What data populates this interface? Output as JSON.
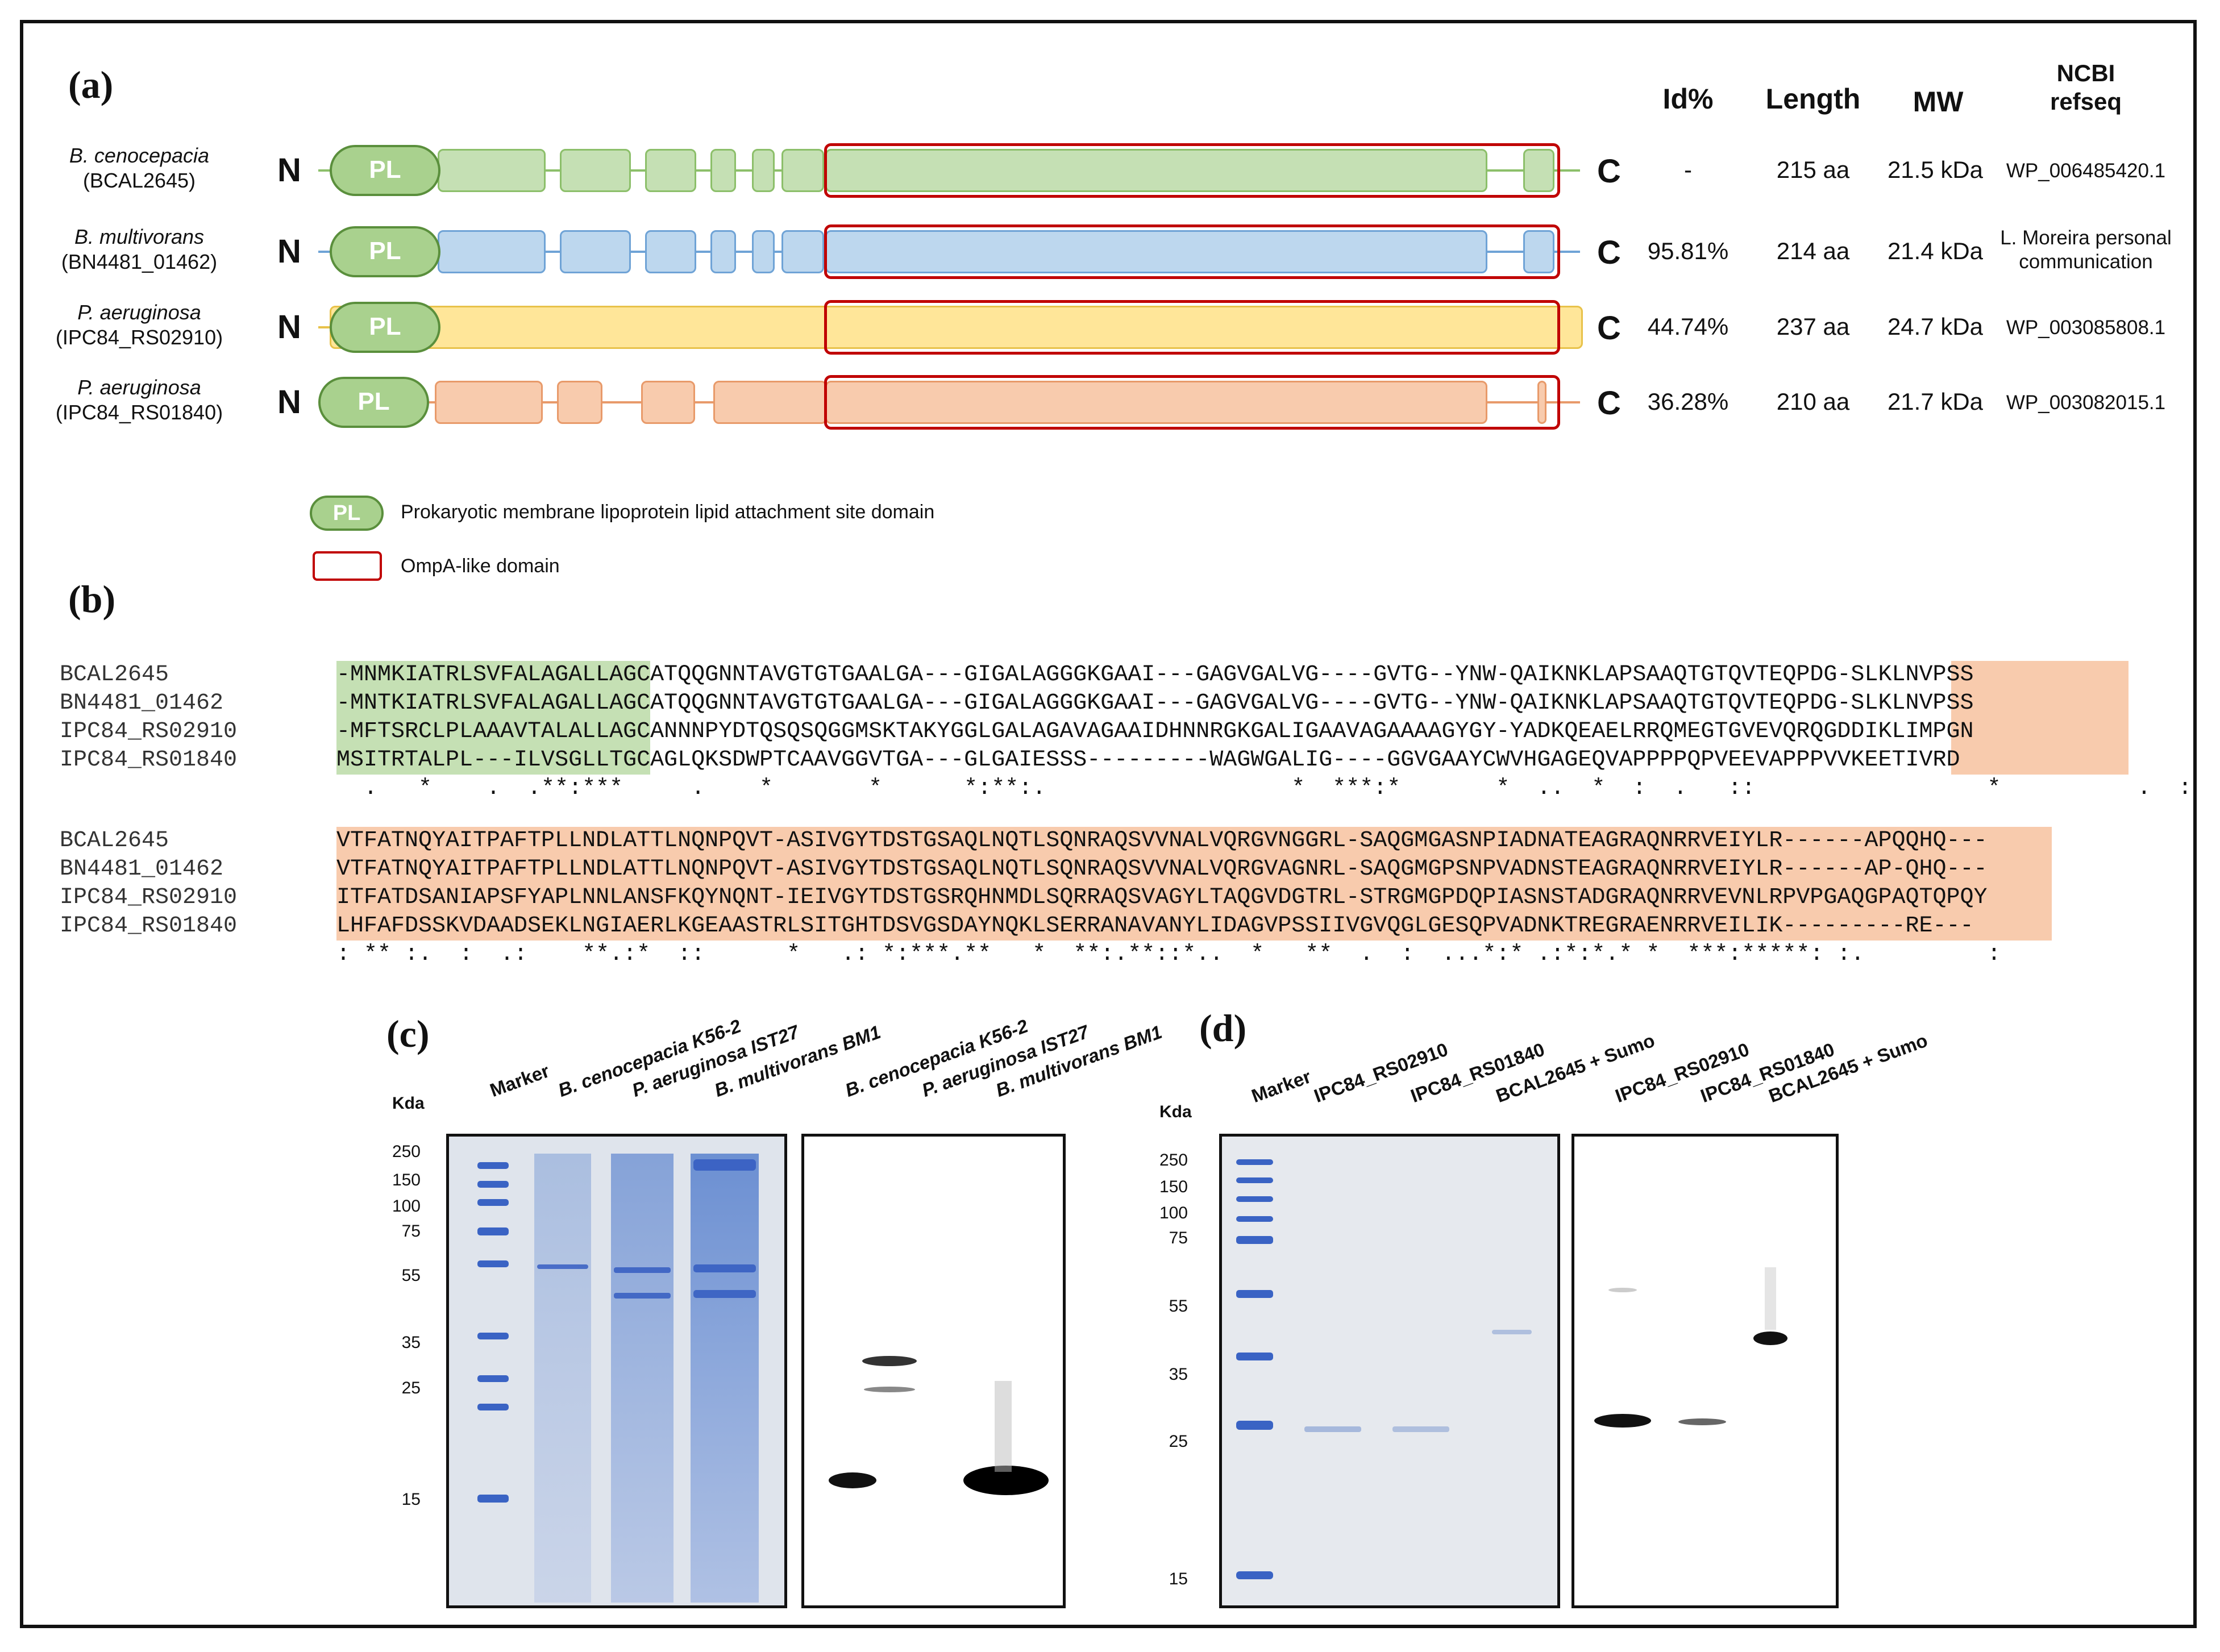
{
  "panel_a": {
    "label": "(a)",
    "headers": {
      "id": "Id%",
      "length": "Length",
      "mw": "MW",
      "refseq_line1": "NCBI",
      "refseq_line2": "refseq"
    },
    "n_term": "N",
    "c_term": "C",
    "pl_label": "PL",
    "rows": [
      {
        "species": "B. cenocepacia",
        "locus": "(BCAL2645)",
        "id": "-",
        "length": "215 aa",
        "mw": "21.5 kDa",
        "refseq": "WP_006485420.1",
        "refseq_line2": "",
        "color": "#c5e0b4",
        "border": "#8cbf6a"
      },
      {
        "species": "B. multivorans",
        "locus": "(BN4481_01462)",
        "id": "95.81%",
        "length": "214 aa",
        "mw": "21.4 kDa",
        "refseq": "L. Moreira personal",
        "refseq_line2": "communication",
        "color": "#bdd7ee",
        "border": "#6fa3d6"
      },
      {
        "species": "P. aeruginosa",
        "locus": "(IPC84_RS02910)",
        "id": "44.74%",
        "length": "237 aa",
        "mw": "24.7 kDa",
        "refseq": "WP_003085808.1",
        "refseq_line2": "",
        "color": "#ffe699",
        "border": "#e8c24a"
      },
      {
        "species": "P. aeruginosa",
        "locus": "(IPC84_RS01840)",
        "id": "36.28%",
        "length": "210 aa",
        "mw": "21.7 kDa",
        "refseq": "WP_003082015.1",
        "refseq_line2": "",
        "color": "#f8cbad",
        "border": "#e89a6a"
      }
    ],
    "legend": {
      "pl": "Prokaryotic membrane lipoprotein lipid attachment site domain",
      "ompa": "OmpA-like domain"
    },
    "colors": {
      "pl_fill": "#a9d18e",
      "pl_border": "#5a8f3c",
      "ompa_border": "#c00000"
    }
  },
  "panel_b": {
    "label": "(b)",
    "block1": {
      "names": [
        "BCAL2645",
        "BN4481_01462",
        "IPC84_RS02910",
        "IPC84_RS01840"
      ],
      "lines": [
        "-MNMKIATRLSVFALAGALLAGCATQQGNNTAVGTGTGAALGA---GIGALAGGGKGAAI---GAGVGALVG----GVTG--YNW-QAIKNKLAPSAAQTGTQVTEQPDG-SLKLNVPSS",
        "-MNTKIATRLSVFALAGALLAGCATQQGNNTAVGTGTGAALGA---GIGALAGGGKGAAI---GAGVGALVG----GVTG--YNW-QAIKNKLAPSAAQTGTQVTEQPDG-SLKLNVPSS",
        "-MFTSRCLPLAAAVTALALLAGCANNNPYDTQSQSQGGMSKTAKYGGLGALAGAVAGAAIDHNNRGKGALIGAAVAGAAAAGYGY-YADKQEAELRRQMEGTGVEVQRQGDDIKLIMPGN",
        "MSITRTALPL---ILVSGLLTGCAGLQKSDWPTCAAVGGVTGA---GLGAIESSS---------WAGWGALIG----GGVGAAYCWVHGAGEQVAPPPPQPVEEVAPPPVVKEETIVRD"
      ],
      "conservation": "  .   *    .  .**:***     .    *       *      *:**:.                  *  ***:*       *  ..  *  :  .   ::                 *          .  :  :  ."
    },
    "block2": {
      "names": [
        "BCAL2645",
        "BN4481_01462",
        "IPC84_RS02910",
        "IPC84_RS01840"
      ],
      "lines": [
        "VTFATNQYAITPAFTPLLNDLATTLNQNPQVT-ASIVGYTDSTGSAQLNQTLSQNRAQSVVNALVQRGVNGGRL-SAQGMGASNPIADNATEAGRAQNRRVEIYLR------APQQHQ---",
        "VTFATNQYAITPAFTPLLNDLATTLNQNPQVT-ASIVGYTDSTGSAQLNQTLSQNRAQSVVNALVQRGVAGNRL-SAQGMGPSNPVADNSTEAGRAQNRRVEIYLR------AP-QHQ---",
        "ITFATDSANIAPSFYAPLNNLANSFKQYNQNT-IEIVGYTDSTGSRQHNMDLSQRRAQSVAGYLTAQGVDGTRL-STRGMGPDQPIASNSTADGRAQNRRVEVNLRPVPGAQGPAQTQPQY",
        "LHFAFDSSKVDAADSEKLNGIAERLKGEAASTRLSITGHTDSVGSDAYNQKLSERRANAVANYLIDAGVPSSIIVGVQGLGESQPVADNKTREGRAENRRVEILIK---------RE---"
      ],
      "conservation": ": ** :.  :  .:    **.:*  ::      *   .: *:***.**   *  **:.**::*..  *   **  .  :  ...*:* .:*:*.* *  ***:*****: :.         :"
    },
    "colors": {
      "signal_bg": "#c5e0b4",
      "ompa_bg": "#f8cbad"
    }
  },
  "panel_c": {
    "label": "(c)",
    "kda_label": "Kda",
    "lanes": [
      "Marker",
      "B. cenocepacia K56-2",
      "P. aeruginosa IST27",
      "B. multivorans BM1",
      "B. cenocepacia K56-2",
      "P. aeruginosa IST27",
      "B. multivorans BM1"
    ],
    "markers": [
      "250",
      "150",
      "100",
      "75",
      "55",
      "35",
      "25",
      "15"
    ]
  },
  "panel_d": {
    "label": "(d)",
    "kda_label": "Kda",
    "lanes": [
      "Marker",
      "IPC84_RS02910",
      "IPC84_RS01840",
      "BCAL2645 + Sumo",
      "IPC84_RS02910",
      "IPC84_RS01840",
      "BCAL2645 + Sumo"
    ],
    "markers": [
      "250",
      "150",
      "100",
      "75",
      "55",
      "35",
      "25",
      "15"
    ]
  }
}
